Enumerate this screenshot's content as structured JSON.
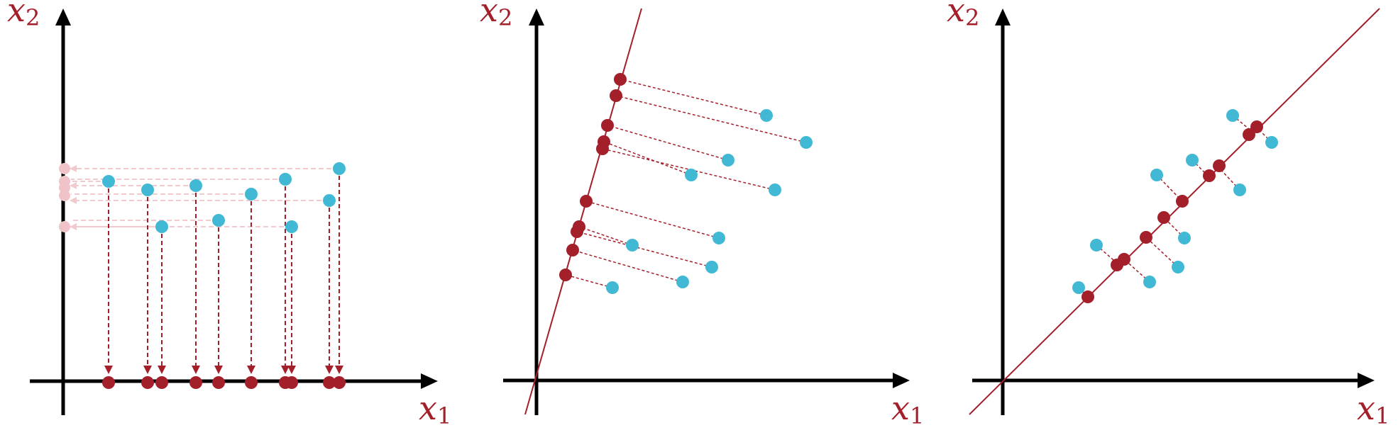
{
  "labels": {
    "x1": "x",
    "x1_sub": "1",
    "x2": "x",
    "x2_sub": "2"
  },
  "colors": {
    "axis": "#000000",
    "projection": "#a31f2a",
    "point": "#41b9d4",
    "faded": "#e7b0b6"
  },
  "panels": [
    {
      "id": "projection-onto-x1",
      "description_tag": "axis-projection"
    },
    {
      "id": "projection-onto-steep-line",
      "description_tag": "line-projection"
    },
    {
      "id": "projection-onto-diagonal",
      "description_tag": "principal-projection"
    }
  ]
}
